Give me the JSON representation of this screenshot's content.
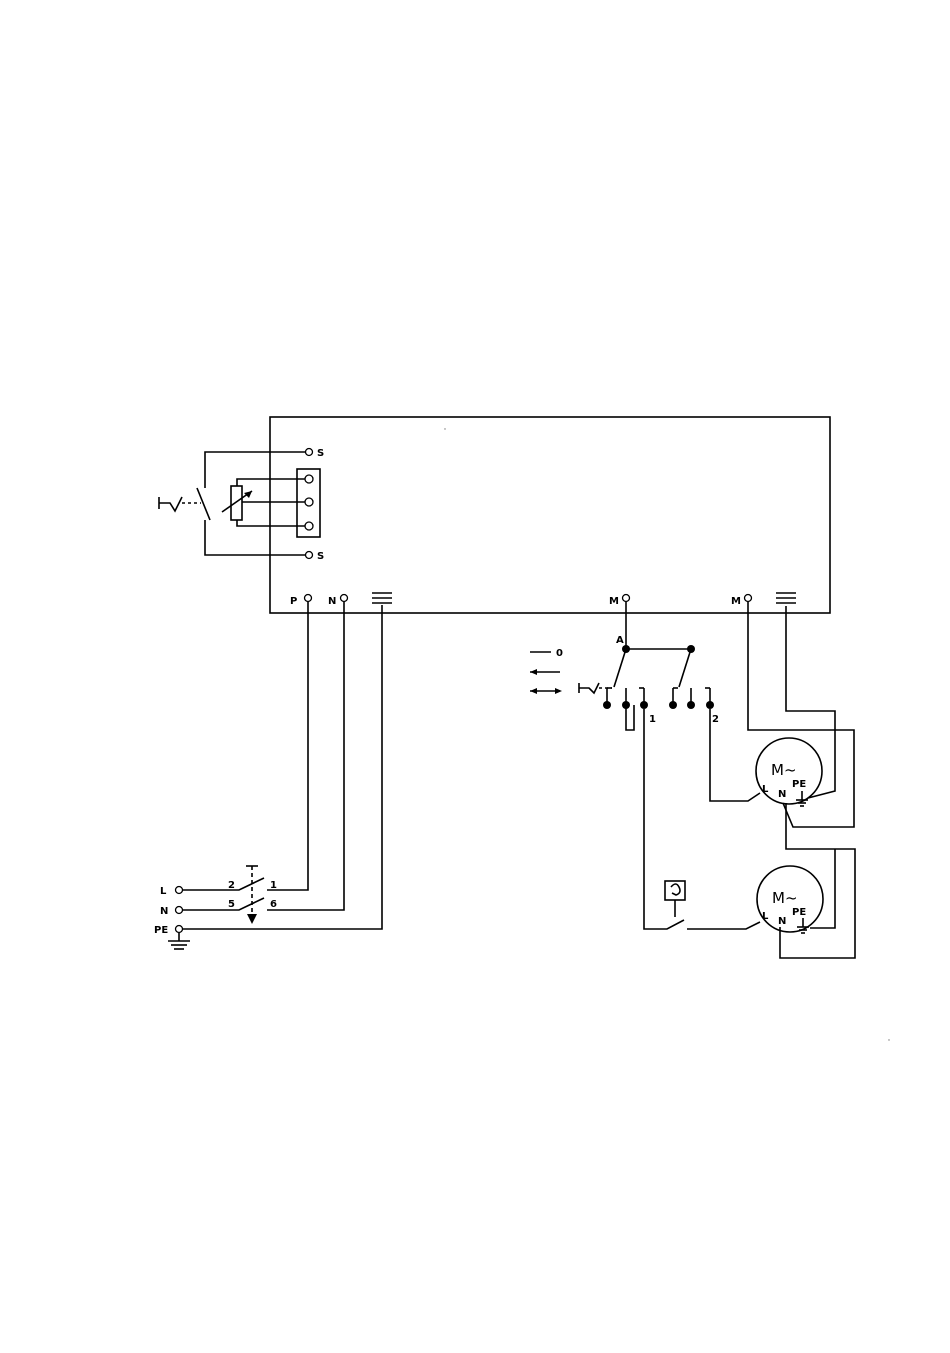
{
  "diagram": {
    "control_unit": {
      "terminals_left": [
        "S",
        "S"
      ],
      "terminals_bottom": [
        "P",
        "N",
        "M",
        "M"
      ]
    },
    "mains": {
      "labels": [
        "L",
        "N",
        "PE"
      ],
      "switch_contacts": [
        "2",
        "1",
        "5",
        "6"
      ]
    },
    "selector": {
      "node_label": "A",
      "position_off": "0",
      "outputs": [
        "1",
        "2"
      ]
    },
    "motors": [
      {
        "symbol": "M~",
        "terminals": [
          "L",
          "N",
          "PE"
        ]
      },
      {
        "symbol": "M~",
        "terminals": [
          "L",
          "N",
          "PE"
        ]
      }
    ]
  }
}
